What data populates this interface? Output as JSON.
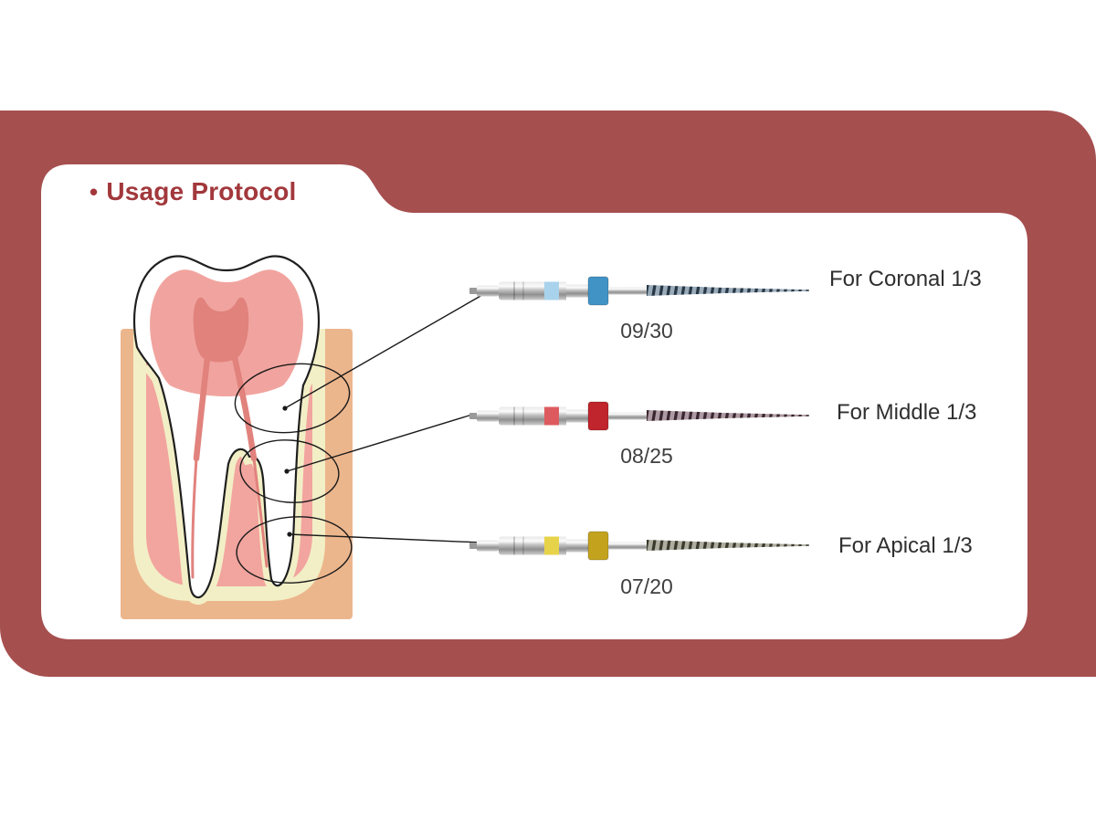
{
  "title": {
    "bullet": "•",
    "text": "Usage Protocol"
  },
  "colors": {
    "page_background": "#FFFFFF",
    "band": "#A64F4F",
    "card": "#FFFFFF",
    "title_text": "#A2383C",
    "size_label_text": "#3F3F3F",
    "use_label_text": "#2F2F2F",
    "connector": "#1A1A1A"
  },
  "tooth": {
    "bone": "#ECB68D",
    "ligament": "#F2EFC6",
    "gum": "#F2A49E",
    "enamel": "#FFFFFF",
    "dentin": "#F1A49F",
    "pulp": "#E1827D",
    "outline": "#1F1F1F"
  },
  "files": [
    {
      "size": "09/30",
      "use": "For Coronal 1/3",
      "ring_color": "#4193C6",
      "band_color": "#A9D3EC"
    },
    {
      "size": "08/25",
      "use": "For Middle 1/3",
      "ring_color": "#C0242C",
      "band_color": "#DD5B5F"
    },
    {
      "size": "07/20",
      "use": "For Apical 1/3",
      "ring_color": "#C3A31E",
      "band_color": "#E7D34A"
    }
  ]
}
